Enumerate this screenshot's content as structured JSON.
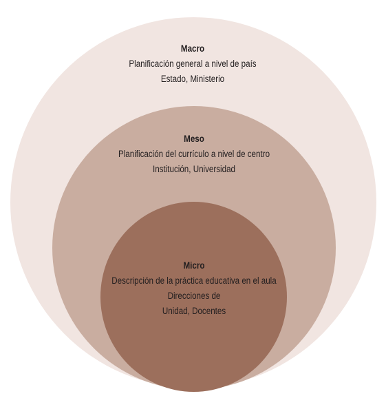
{
  "levels": {
    "macro": {
      "title": "Macro",
      "lines": [
        "Planificación general a nivel de país",
        "Estado, Ministerio"
      ]
    },
    "meso": {
      "title": "Meso",
      "lines": [
        "Planificación del currículo a nivel de centro",
        "Institución, Universidad"
      ]
    },
    "micro": {
      "title": "Micro",
      "lines": [
        "Descripción de la práctica educativa en el aula",
        "Direcciones de",
        "Unidad, Docentes"
      ]
    }
  },
  "colors": {
    "macro_fill": "#f1e5e1",
    "meso_fill": "#c9ada0",
    "micro_fill": "#9c6f5c",
    "text": "#231f20"
  }
}
